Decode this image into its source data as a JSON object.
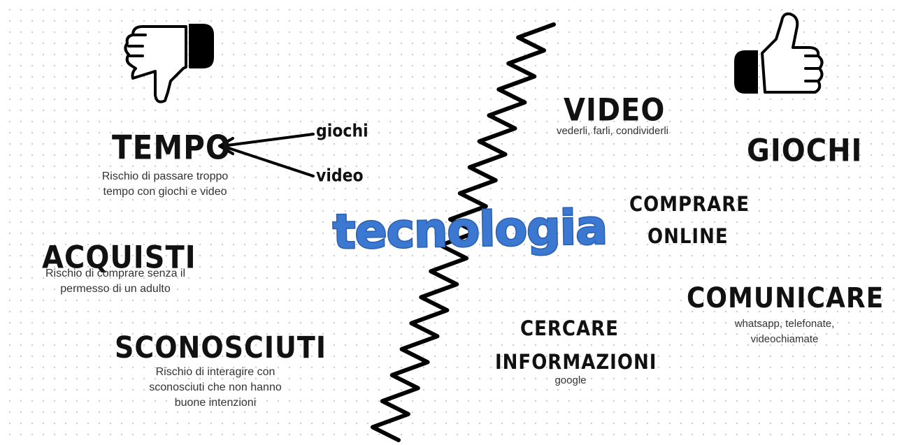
{
  "center": {
    "title": "tecnologia"
  },
  "negatives": {
    "icon": "thumbs-down-icon",
    "items": [
      {
        "title": "TEMPO",
        "desc": [
          "Rischio di passare troppo",
          "tempo con giochi e video"
        ]
      },
      {
        "title": "ACQUISTI",
        "desc": [
          "Rischio di comprare senza il",
          "permesso di un adulto"
        ]
      },
      {
        "title": "SCONOSCIUTI",
        "desc": [
          "Rischio di interagire con",
          "sconosciuti che non hanno",
          "buone intenzioni"
        ]
      }
    ],
    "arrows": {
      "label1": "giochi",
      "label2": "video"
    }
  },
  "positives": {
    "icon": "thumbs-up-icon",
    "video": {
      "title": "VIDEO",
      "desc": "vederli, farli, condividerli"
    },
    "giochi": {
      "title": "GIOCHI"
    },
    "comprare": {
      "line1": "COMPRARE",
      "line2": "ONLINE"
    },
    "comunicare": {
      "title": "COMUNICARE",
      "desc": [
        "whatsapp, telefonate,",
        "videochiamate"
      ]
    },
    "cercare": {
      "line1": "CERCARE",
      "line2": "INFORMAZIONI",
      "desc": "google"
    }
  },
  "colors": {
    "title_fill": "#3a78d1",
    "title_outline": "#2a5fb0",
    "ink": "#111111"
  }
}
